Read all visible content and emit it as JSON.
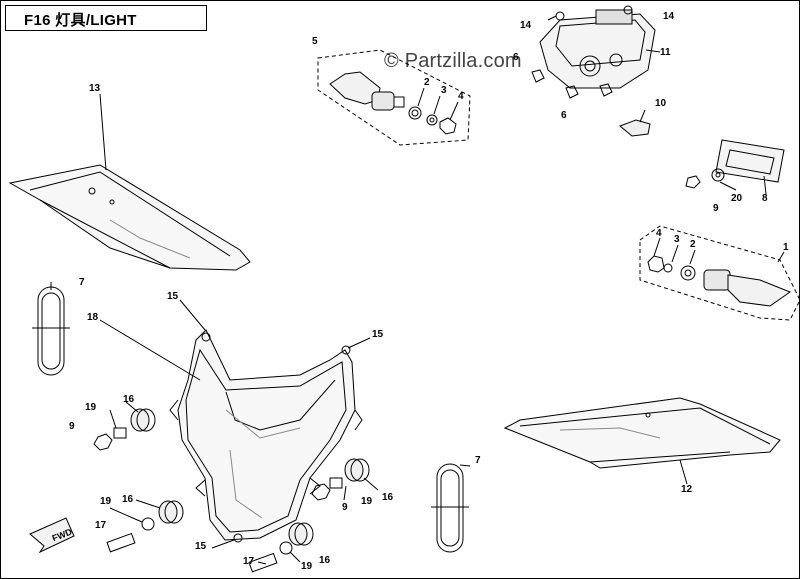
{
  "title": "F16 灯具/LIGHT",
  "watermark": "© Partzilla.com",
  "fwd_label": "FWD",
  "callouts": [
    "14",
    "14",
    "5",
    "11",
    "6",
    "2",
    "3",
    "4",
    "6",
    "10",
    "13",
    "1",
    "9",
    "20",
    "8",
    "4",
    "3",
    "2",
    "7",
    "15",
    "18",
    "15",
    "16",
    "19",
    "9",
    "16",
    "19",
    "9",
    "16",
    "19",
    "17",
    "7",
    "12",
    "15",
    "17",
    "19",
    "16"
  ]
}
